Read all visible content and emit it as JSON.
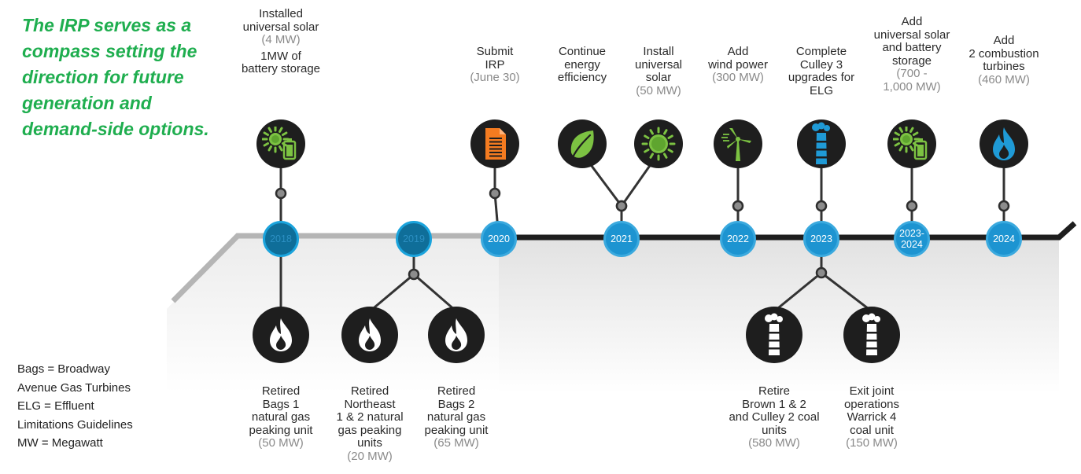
{
  "tagline": "The IRP serves as a compass setting the direction for future generation and demand-side options.",
  "years": [
    "2018",
    "2019",
    "2020",
    "2021",
    "2022",
    "2023",
    "2023-\n2024",
    "2024"
  ],
  "top_events": [
    {
      "text": "Installed\nuniversal solar",
      "sub": "(4 MW)",
      "text2": "1MW of\nbattery storage",
      "icon": "solar-battery-icon"
    },
    {
      "text": "Submit\nIRP",
      "sub": "(June 30)",
      "icon": "document-icon"
    },
    {
      "text": "Continue\nenergy\nefficiency",
      "sub": "",
      "icon": "leaf-icon"
    },
    {
      "text": "Install\nuniversal\nsolar",
      "sub": "(50 MW)",
      "icon": "sun-icon"
    },
    {
      "text": "Add\nwind power",
      "sub": "(300 MW)",
      "icon": "wind-turbine-icon"
    },
    {
      "text": "Complete\nCulley 3\nupgrades for\nELG",
      "sub": "",
      "icon": "smokestack-icon"
    },
    {
      "text": "Add\nuniversal solar\nand battery\nstorage",
      "sub": "(700 -\n1,000 MW)",
      "icon": "solar-battery-icon"
    },
    {
      "text": "Add\n2 combustion\nturbines",
      "sub": "(460 MW)",
      "icon": "flame-icon"
    }
  ],
  "bottom_events": [
    {
      "text": "Retired\nBags 1\nnatural gas\npeaking unit",
      "sub": "(50 MW)",
      "icon": "flame-icon"
    },
    {
      "text": "Retired\nNortheast\n1 & 2 natural\ngas peaking\nunits",
      "sub": "(20 MW)",
      "icon": "flame-icon"
    },
    {
      "text": "Retired\nBags 2\nnatural gas\npeaking unit",
      "sub": "(65 MW)",
      "icon": "flame-icon"
    },
    {
      "text": "Retire\nBrown 1 & 2\nand Culley 2 coal\nunits",
      "sub": "(580 MW)",
      "icon": "smokestack-icon"
    },
    {
      "text": "Exit joint\noperations\nWarrick 4\ncoal unit",
      "sub": "(150 MW)",
      "icon": "smokestack-icon"
    }
  ],
  "legend": [
    "Bags = Broadway\n   Avenue Gas Turbines",
    "ELG = Effluent\n   Limitations Guidelines",
    "MW = Megawatt"
  ],
  "colors": {
    "tagline": "#1fae4f",
    "year_current": "#1d94d1",
    "year_past": "#0f6e99",
    "badge": "#1e1e1e",
    "accent_green": "#7cc242",
    "accent_blue": "#1f9ad6",
    "accent_orange": "#f47b20",
    "timeline_past": "#b5b5b5",
    "timeline_future": "#1e1e1e"
  }
}
